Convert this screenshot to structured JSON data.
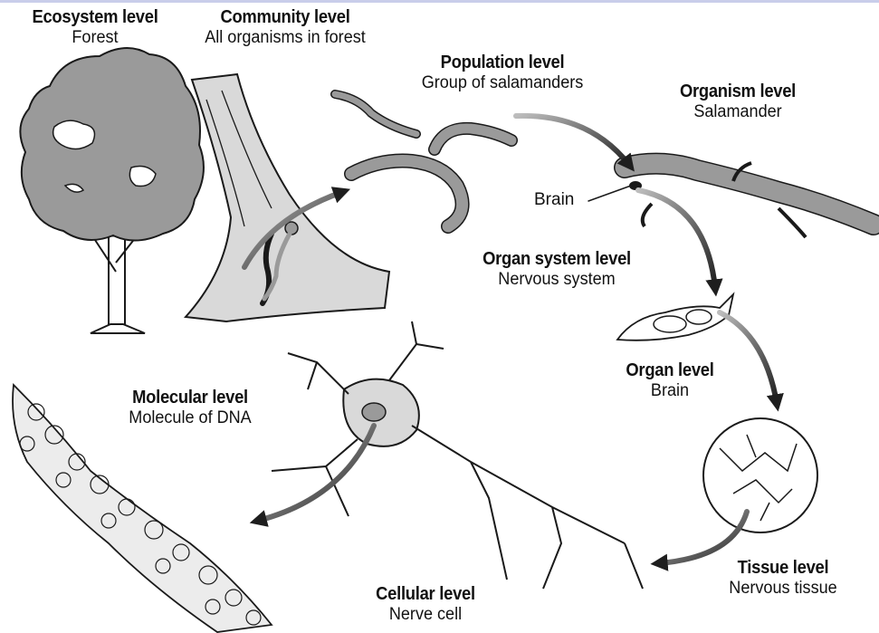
{
  "levels": {
    "ecosystem": {
      "title": "Ecosystem level",
      "subtitle": "Forest"
    },
    "community": {
      "title": "Community level",
      "subtitle": "All organisms in forest"
    },
    "population": {
      "title": "Population level",
      "subtitle": "Group of salamanders"
    },
    "organism": {
      "title": "Organism level",
      "subtitle": "Salamander"
    },
    "organ_system": {
      "title": "Organ system level",
      "subtitle": "Nervous system"
    },
    "organ": {
      "title": "Organ level",
      "subtitle": "Brain"
    },
    "tissue": {
      "title": "Tissue level",
      "subtitle": "Nervous tissue"
    },
    "cellular": {
      "title": "Cellular level",
      "subtitle": "Nerve cell"
    },
    "molecular": {
      "title": "Molecular level",
      "subtitle": "Molecule of DNA"
    }
  },
  "callouts": {
    "brain": "Brain"
  },
  "colors": {
    "fill_gray": "#9a9a9a",
    "light_gray": "#d9d9d9",
    "outline": "#1a1a1a",
    "accent_line": "#c9cdea"
  }
}
